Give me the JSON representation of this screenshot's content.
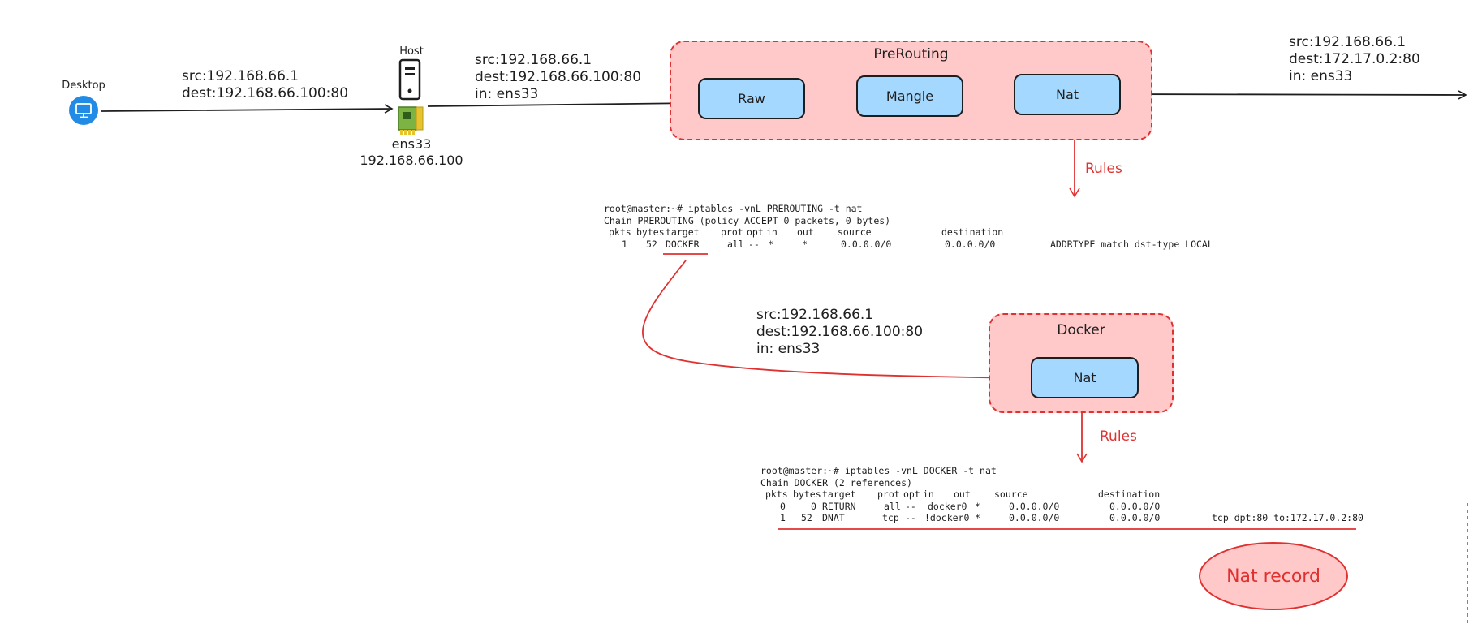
{
  "desktop": {
    "label": "Desktop",
    "icon": "monitor-icon",
    "color": "#228be6"
  },
  "host": {
    "label": "Host",
    "icon": "server-icon",
    "nic_icon": "network-card-icon",
    "interface": "ens33",
    "ip": "192.168.66.100"
  },
  "packet_1": [
    "src:192.168.66.1",
    "dest:192.168.66.100:80"
  ],
  "packet_2": [
    "src:192.168.66.1",
    "dest:192.168.66.100:80",
    "in: ens33"
  ],
  "packet_3": [
    "src:192.168.66.1",
    "dest:172.17.0.2:80",
    "in: ens33"
  ],
  "packet_4": [
    "src:192.168.66.1",
    "dest:192.168.66.100:80",
    "in: ens33"
  ],
  "prerouting": {
    "title": "PreRouting",
    "nodes": [
      "Raw",
      "Mangle",
      "Nat"
    ]
  },
  "docker": {
    "title": "Docker",
    "node": "Nat"
  },
  "rules_label_1": "Rules",
  "rules_label_2": "Rules",
  "terminal_1": {
    "command": "root@master:~# iptables -vnL PREROUTING -t nat",
    "chain": "Chain PREROUTING (policy ACCEPT 0 packets, 0 bytes)",
    "headers": [
      "pkts",
      "bytes",
      "target",
      "prot",
      "opt",
      "in",
      "out",
      "source",
      "destination"
    ],
    "rows": [
      [
        "1",
        "52",
        "DOCKER",
        "all",
        "--",
        "*",
        "*",
        "0.0.0.0/0",
        "0.0.0.0/0",
        "ADDRTYPE match dst-type LOCAL"
      ]
    ]
  },
  "terminal_2": {
    "command": "root@master:~# iptables -vnL DOCKER -t nat",
    "chain": "Chain DOCKER (2 references)",
    "headers": [
      "pkts",
      "bytes",
      "target",
      "prot",
      "opt",
      "in",
      "out",
      "source",
      "destination"
    ],
    "rows": [
      [
        "0",
        "0",
        "RETURN",
        "all",
        "--",
        "docker0",
        "*",
        "0.0.0.0/0",
        "0.0.0.0/0",
        ""
      ],
      [
        "1",
        "52",
        "DNAT",
        "tcp",
        "--",
        "!docker0",
        "*",
        "0.0.0.0/0",
        "0.0.0.0/0",
        "tcp dpt:80 to:172.17.0.2:80"
      ]
    ]
  },
  "nat_record": "Nat record",
  "colors": {
    "group_fill": "#ffc9c9",
    "group_stroke": "#e03131",
    "node_fill": "#a5d8ff",
    "stroke": "#1e1e1e",
    "annotation": "#e03131"
  }
}
